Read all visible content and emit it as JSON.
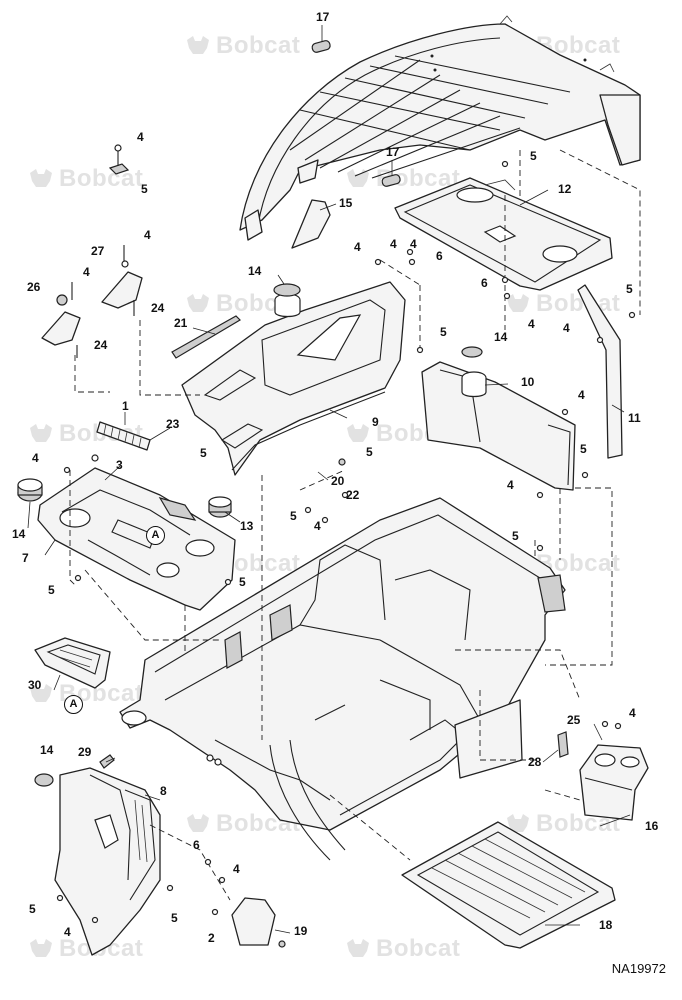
{
  "watermark": {
    "brand": "Bobcat"
  },
  "drawing_number": "NA19972",
  "callouts": [
    {
      "id": "c17a",
      "text": "17"
    },
    {
      "id": "c17b",
      "text": "17"
    },
    {
      "id": "c4a",
      "text": "4"
    },
    {
      "id": "c5a",
      "text": "5"
    },
    {
      "id": "c5b",
      "text": "5"
    },
    {
      "id": "c12",
      "text": "12"
    },
    {
      "id": "c15",
      "text": "15"
    },
    {
      "id": "c27",
      "text": "27"
    },
    {
      "id": "c4b",
      "text": "4"
    },
    {
      "id": "c4c",
      "text": "4"
    },
    {
      "id": "c4d",
      "text": "4"
    },
    {
      "id": "c4e",
      "text": "4"
    },
    {
      "id": "c6a",
      "text": "6"
    },
    {
      "id": "c26",
      "text": "26"
    },
    {
      "id": "c4f",
      "text": "4"
    },
    {
      "id": "c24a",
      "text": "24"
    },
    {
      "id": "c24b",
      "text": "24"
    },
    {
      "id": "c14a",
      "text": "14"
    },
    {
      "id": "c21",
      "text": "21"
    },
    {
      "id": "c6b",
      "text": "6"
    },
    {
      "id": "c5c",
      "text": "5"
    },
    {
      "id": "c4g",
      "text": "4"
    },
    {
      "id": "c4h",
      "text": "4"
    },
    {
      "id": "c5d",
      "text": "5"
    },
    {
      "id": "c14b",
      "text": "14"
    },
    {
      "id": "c10",
      "text": "10"
    },
    {
      "id": "c1",
      "text": "1"
    },
    {
      "id": "c23",
      "text": "23"
    },
    {
      "id": "c9",
      "text": "9"
    },
    {
      "id": "c4i",
      "text": "4"
    },
    {
      "id": "c11",
      "text": "11"
    },
    {
      "id": "c5e",
      "text": "5"
    },
    {
      "id": "c4j",
      "text": "4"
    },
    {
      "id": "c3",
      "text": "3"
    },
    {
      "id": "c5f",
      "text": "5"
    },
    {
      "id": "c5g",
      "text": "5"
    },
    {
      "id": "c20",
      "text": "20"
    },
    {
      "id": "c22",
      "text": "22"
    },
    {
      "id": "c4k",
      "text": "4"
    },
    {
      "id": "c14c",
      "text": "14"
    },
    {
      "id": "c7",
      "text": "7"
    },
    {
      "id": "c13",
      "text": "13"
    },
    {
      "id": "c5h",
      "text": "5"
    },
    {
      "id": "c4l",
      "text": "4"
    },
    {
      "id": "c5i",
      "text": "5"
    },
    {
      "id": "c5j",
      "text": "5"
    },
    {
      "id": "c5k",
      "text": "5"
    },
    {
      "id": "c30",
      "text": "30"
    },
    {
      "id": "c25",
      "text": "25"
    },
    {
      "id": "c4m",
      "text": "4"
    },
    {
      "id": "c14d",
      "text": "14"
    },
    {
      "id": "c29",
      "text": "29"
    },
    {
      "id": "c28",
      "text": "28"
    },
    {
      "id": "c8",
      "text": "8"
    },
    {
      "id": "c16",
      "text": "16"
    },
    {
      "id": "c6c",
      "text": "6"
    },
    {
      "id": "c4n",
      "text": "4"
    },
    {
      "id": "c5l",
      "text": "5"
    },
    {
      "id": "c5m",
      "text": "5"
    },
    {
      "id": "c4o",
      "text": "4"
    },
    {
      "id": "c2",
      "text": "2"
    },
    {
      "id": "c19",
      "text": "19"
    },
    {
      "id": "c18",
      "text": "18"
    }
  ],
  "references": [
    {
      "id": "refA1",
      "text": "A"
    },
    {
      "id": "refA2",
      "text": "A"
    }
  ]
}
